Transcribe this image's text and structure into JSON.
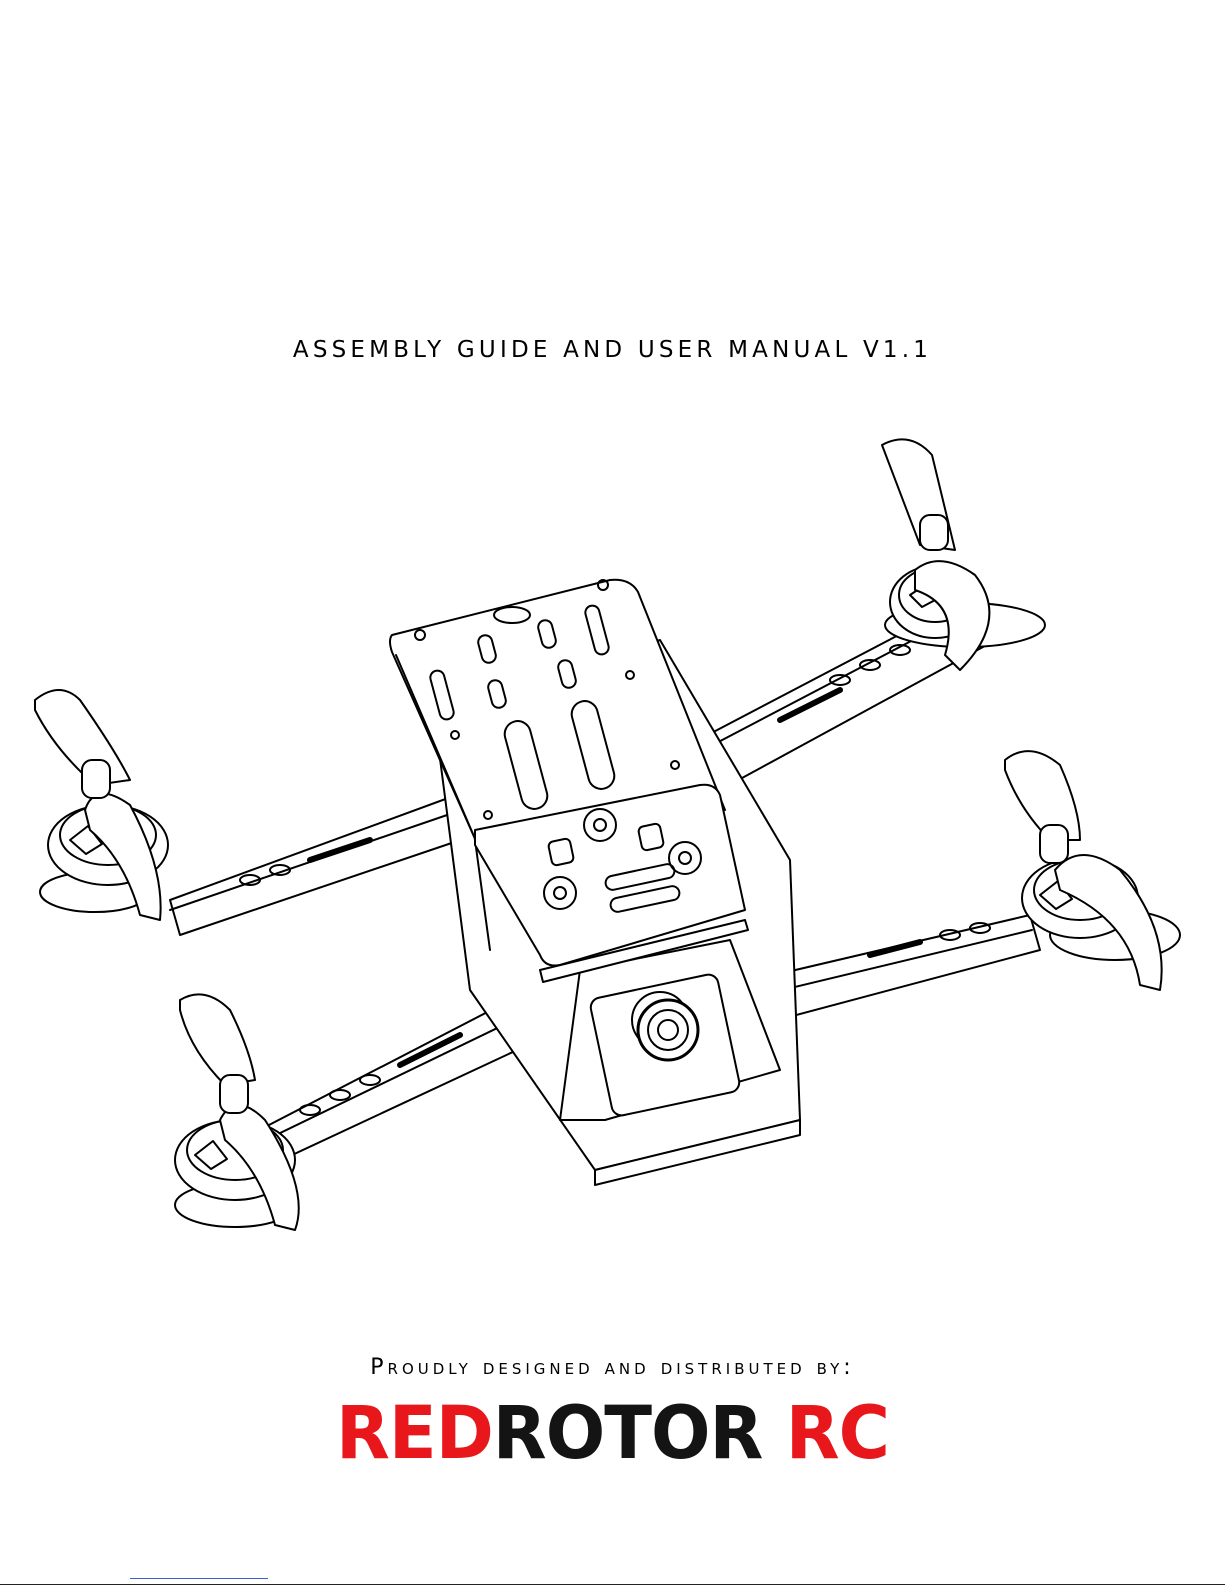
{
  "document": {
    "title": "Assembly guide and user manual V1.1",
    "tagline": "Proudly designed and distributed by:",
    "brand": {
      "part1": "RED",
      "part2": "ROTOR",
      "part3": "RC"
    }
  },
  "illustration": {
    "subject": "quadcopter-frame-line-drawing"
  },
  "colors": {
    "accent": "#e8171c",
    "ink": "#141414",
    "link": "#3a5fd0"
  }
}
